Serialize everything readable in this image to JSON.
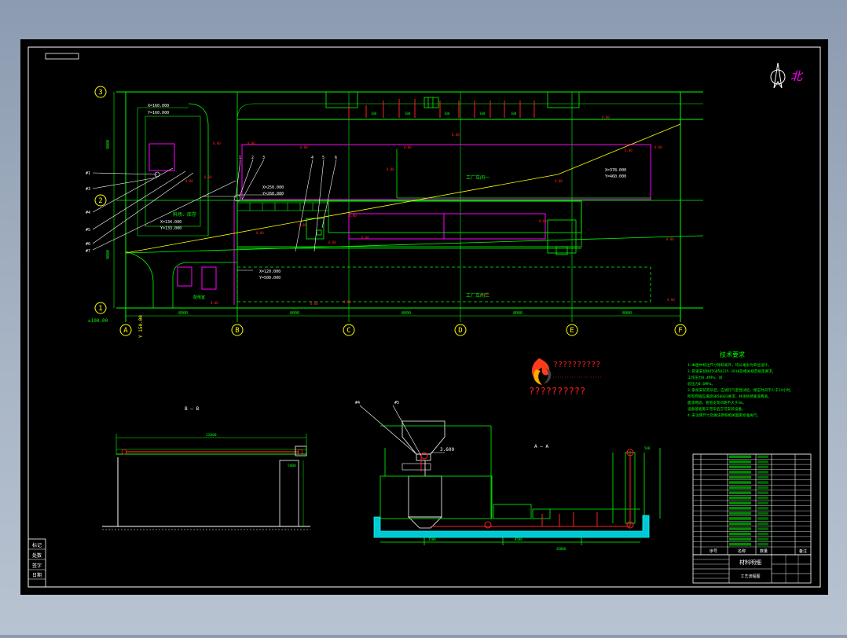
{
  "colors": {
    "background": "#000000",
    "frame": "#ffffff",
    "green": "#00ff00",
    "magenta": "#ff00ff",
    "red": "#ff2020",
    "yellow": "#ffff00",
    "cyan": "#00ffff",
    "white": "#ffffff"
  },
  "north_arrow": {
    "label": "北",
    "icon": "north-arrow-icon"
  },
  "plan": {
    "grid_rows": [
      "3",
      "2",
      "1"
    ],
    "grid_cols": [
      "A",
      "B",
      "C",
      "D",
      "E",
      "F"
    ],
    "elevation_label": "±100.00",
    "elevation_side_label": "Y 150.00",
    "coord_tl": [
      "X=160.000",
      "Y=160.000"
    ],
    "coord_mid": [
      "X=250.000",
      "Y=260.000"
    ],
    "coord_left": [
      "X=134.000",
      "Y=133.000"
    ],
    "coord_low": [
      "X=120.000",
      "Y=500.000"
    ],
    "coord_right": [
      "X=378.000",
      "Y=460.000"
    ],
    "area_labels": {
      "workshop_one": "工厂车间一",
      "workshop_two": "工厂车间二",
      "storage": "料场、库存",
      "substation": "配电室"
    },
    "callouts_left": [
      "#1",
      "#3",
      "#4",
      "#5",
      "#6",
      "#7"
    ],
    "callouts_mid": [
      "1",
      "2",
      "3",
      "4",
      "5",
      "6"
    ]
  },
  "logo": {
    "icon": "flame-logo-icon",
    "title": "??????????",
    "subtitle": "??????????"
  },
  "tech": {
    "title": "技术要求",
    "lines": [
      "1.本图中标注尺寸除标高外，均以毫米为单位设计。",
      "2.管道安装执行GB50235-2010及相关规范规定要求。",
      "   工作压力0.4MPa，试",
      "   验压力0.6MPa。",
      "3.系统安装完毕后，应进行气密性试验，保压时间不少于24小时。",
      "   所有焊缝应满足GB50683要求，并涂防锈底漆两道，",
      "   面漆两道，管道支架间距不大于3m。",
      "   设备基础施工完毕后方可安装设备。",
      "4.未注明尺寸及做法参照相关国家标准执行。"
    ]
  },
  "section_a": {
    "label": "A — A"
  },
  "section_b": {
    "label": "B — B"
  },
  "section_a_elevation": "3.600",
  "bom": {
    "header": [
      "序号",
      "名称",
      "数量",
      "备注"
    ],
    "rows": 18,
    "footer": "材料明细"
  },
  "title_block": {
    "drawing_name": "工艺流程图",
    "left_strip": [
      "标记",
      "处数",
      "签字",
      "日期"
    ]
  }
}
